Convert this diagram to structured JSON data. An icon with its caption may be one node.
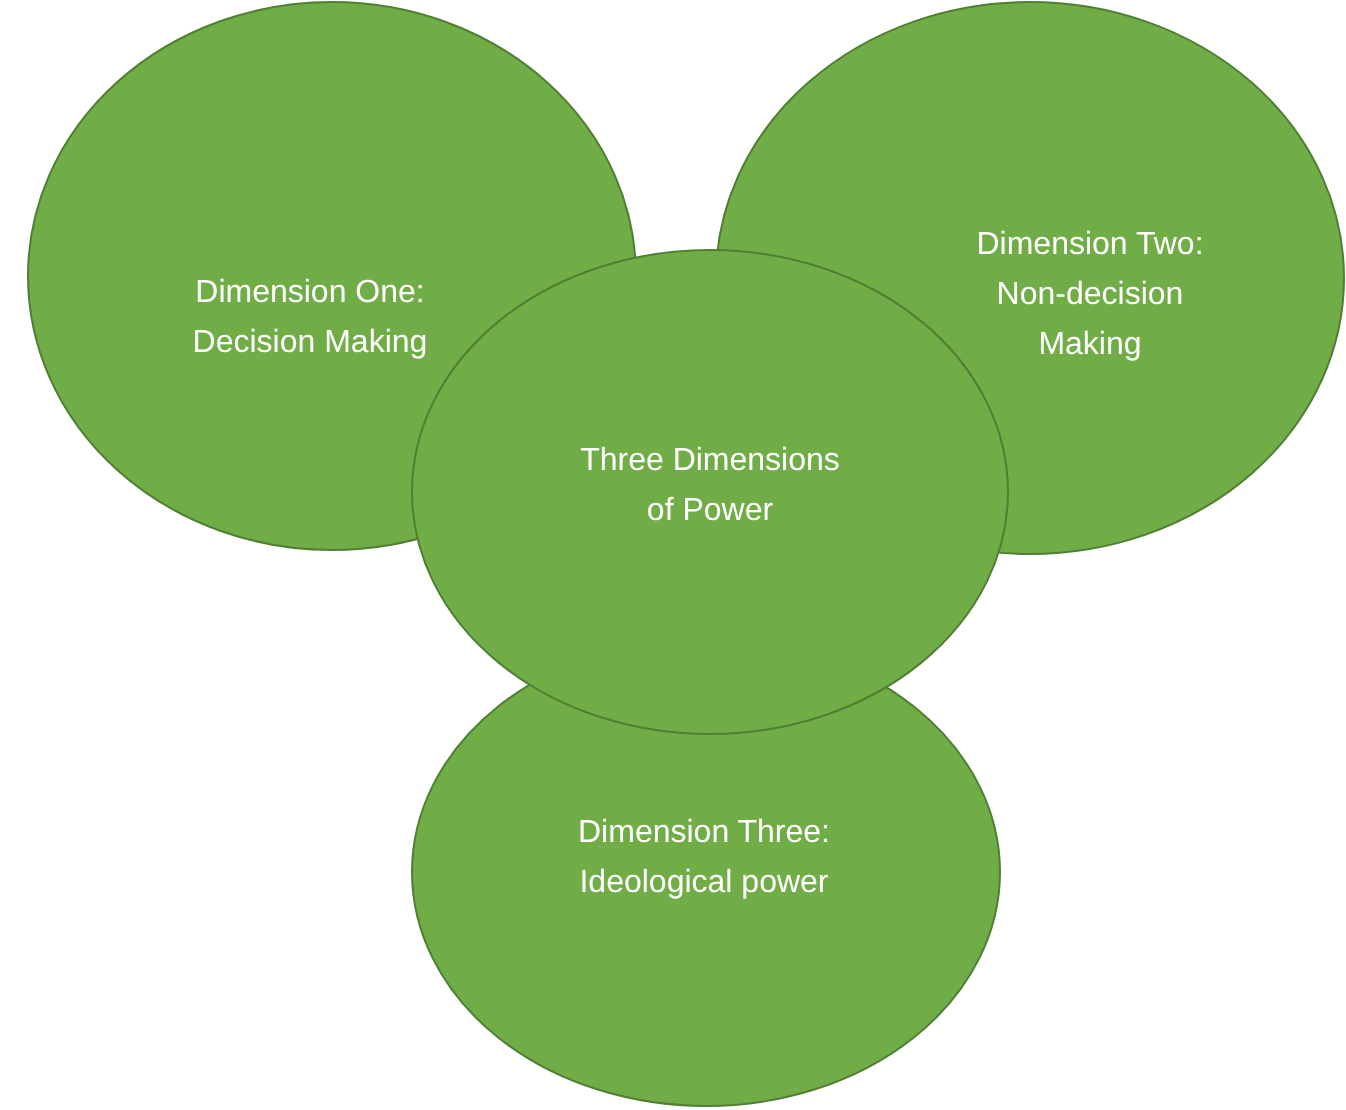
{
  "diagram": {
    "nodes": [
      {
        "text": [
          "Dimension One: Decision Making"
        ]
      },
      {
        "text": [
          "Dimension Two: Non-decision Making"
        ]
      },
      {
        "text": [
          "Three Dimensions of Power"
        ]
      },
      {
        "text": [
          "Dimension Three: Ideological power"
        ]
      }
    ]
  }
}
